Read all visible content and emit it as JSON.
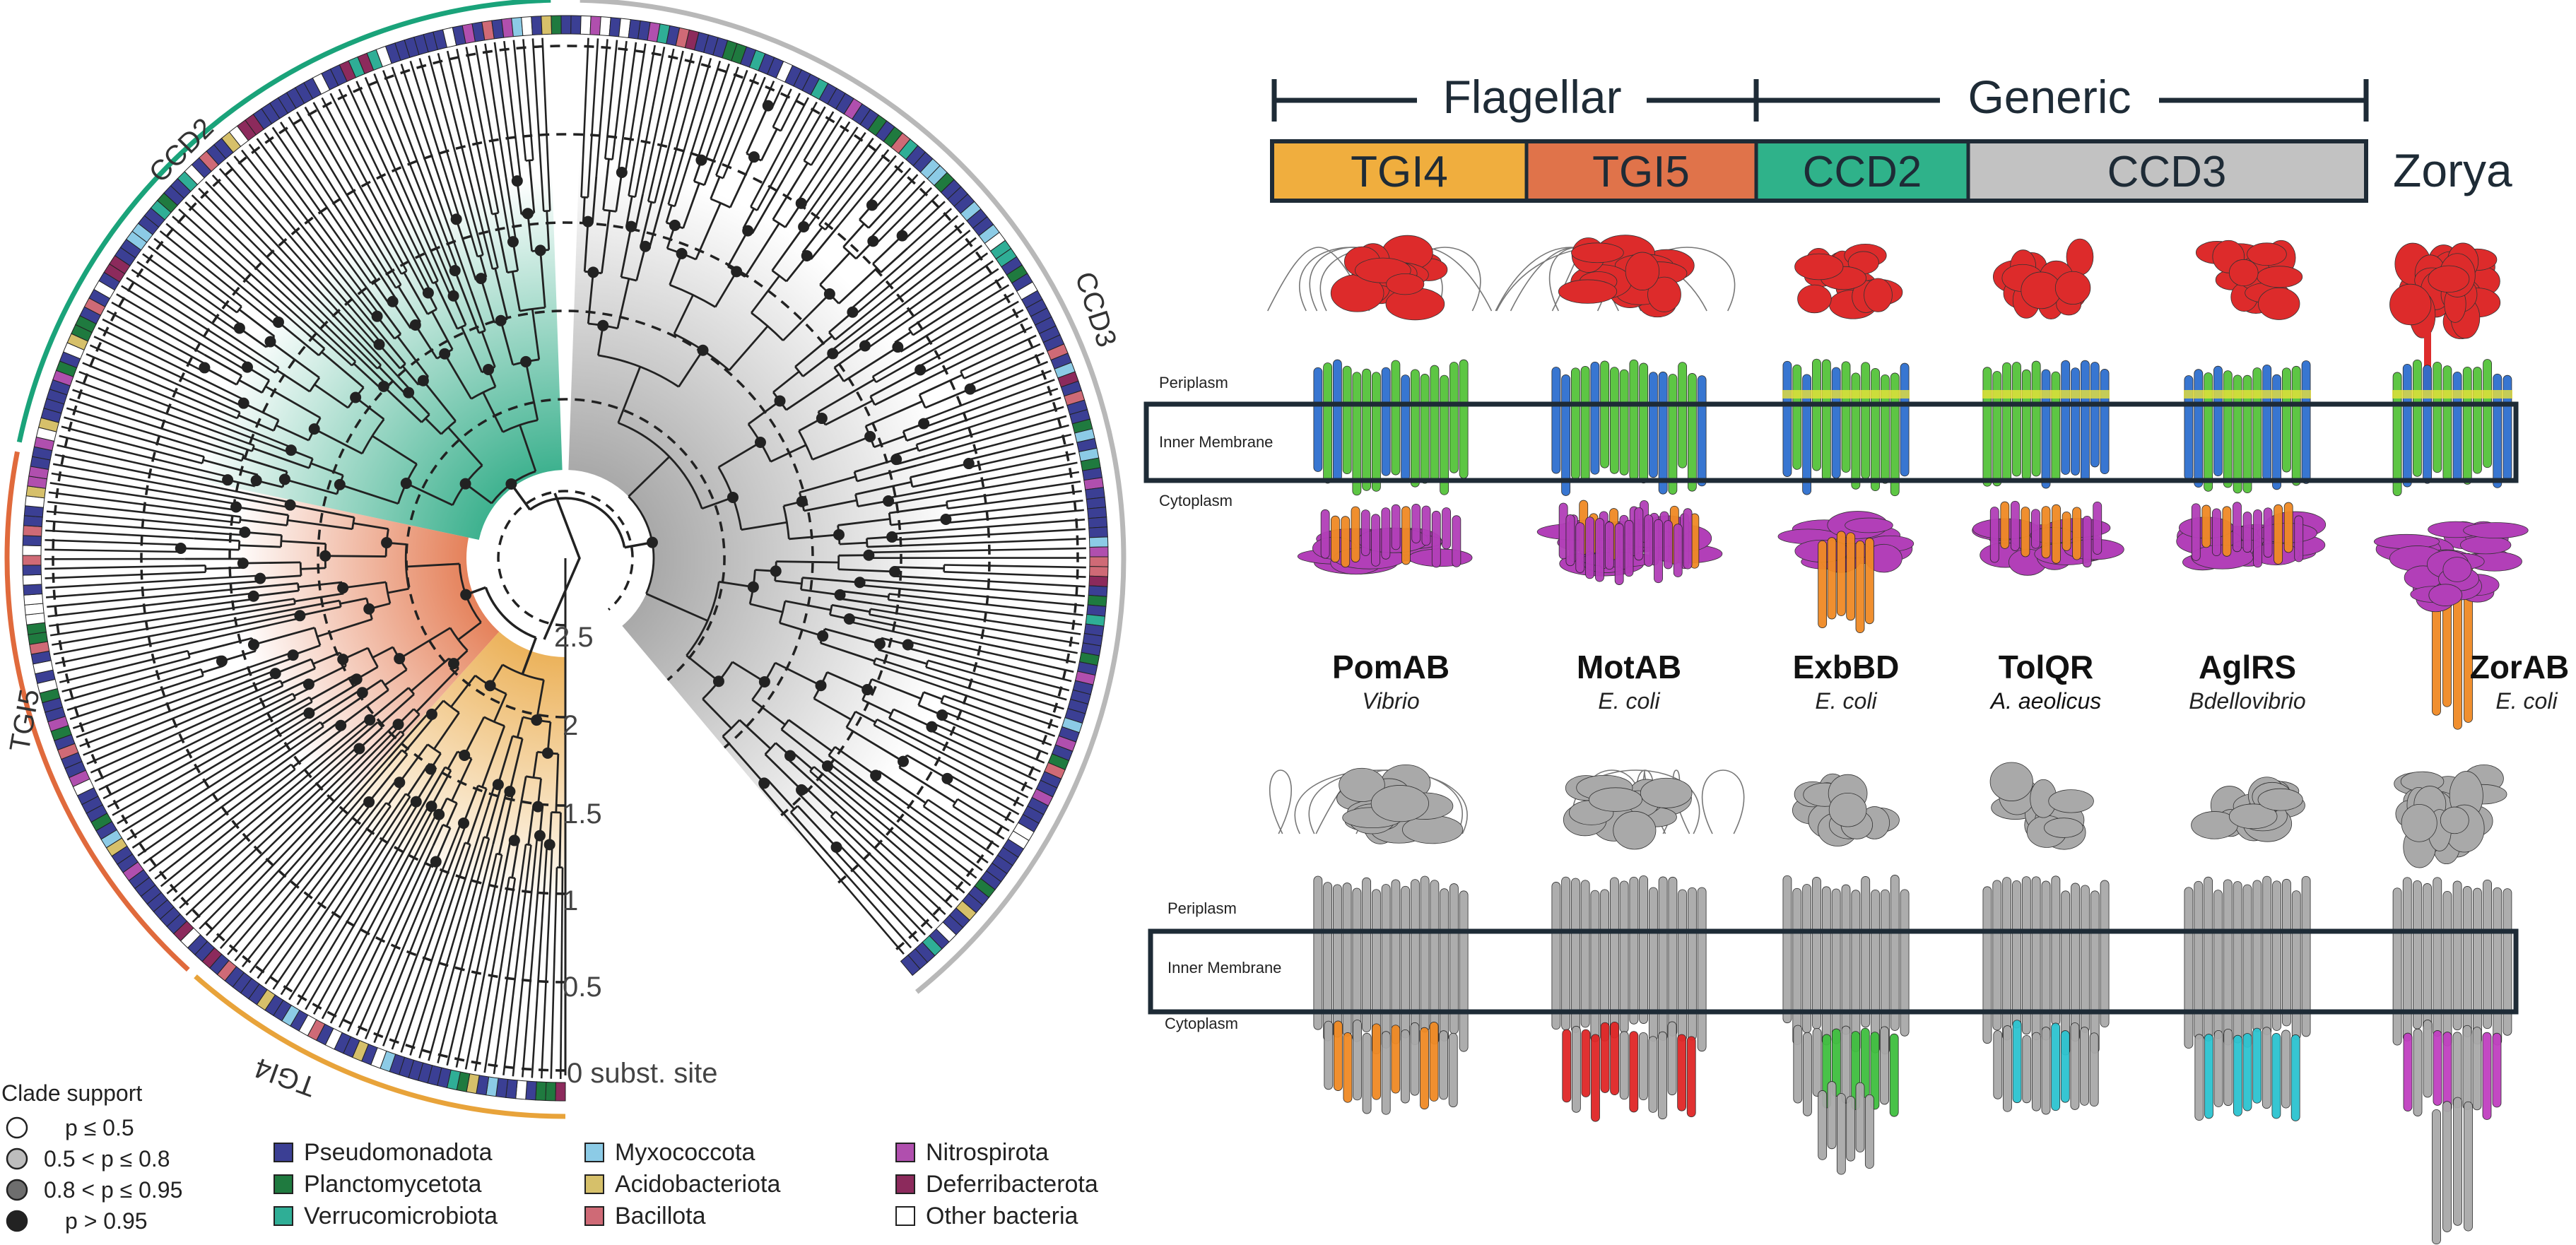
{
  "tree": {
    "clades": [
      {
        "label": "CCD2",
        "color": "#1aa37a"
      },
      {
        "label": "CCD3",
        "color": "#b8b8b8"
      },
      {
        "label": "TGI5",
        "color": "#e06a3c"
      },
      {
        "label": "TGI4",
        "color": "#e8a33a"
      }
    ],
    "scale_labels": [
      "2.5",
      "2",
      "1.5",
      "1",
      "0.5",
      "0 subst. site"
    ]
  },
  "support_legend": {
    "title": "Clade support",
    "items": [
      {
        "label": "p ≤ 0.5",
        "fill": "#ffffff"
      },
      {
        "label": "0.5 < p ≤ 0.8",
        "fill": "#bdbdbd"
      },
      {
        "label": "0.8 < p ≤ 0.95",
        "fill": "#6e6e6e"
      },
      {
        "label": "p > 0.95",
        "fill": "#222222"
      }
    ]
  },
  "taxa_legend": [
    {
      "label": "Pseudomonadota",
      "color": "#3b3f94"
    },
    {
      "label": "Planctomycetota",
      "color": "#1f7a3f"
    },
    {
      "label": "Verrucomicrobiota",
      "color": "#2fae96"
    },
    {
      "label": "Myxococcota",
      "color": "#8ccbe6"
    },
    {
      "label": "Acidobacteriota",
      "color": "#d6c06a"
    },
    {
      "label": "Bacillota",
      "color": "#cf6a76"
    },
    {
      "label": "Nitrospirota",
      "color": "#b04fae"
    },
    {
      "label": "Deferribacterota",
      "color": "#8c2a5c"
    },
    {
      "label": "Other bacteria",
      "color": "#ffffff"
    }
  ],
  "groups": {
    "flagellar": "Flagellar",
    "generic": "Generic"
  },
  "domain_bar": {
    "segments": [
      {
        "label": "TGI4",
        "color": "#f0ae3e"
      },
      {
        "label": "TGI5",
        "color": "#e0734a"
      },
      {
        "label": "CCD2",
        "color": "#2fb28a"
      },
      {
        "label": "CCD3",
        "color": "#c2c2c2"
      }
    ],
    "family": "Zorya"
  },
  "membrane": {
    "periplasm": "Periplasm",
    "inner": "Inner Membrane",
    "cytoplasm": "Cytoplasm"
  },
  "complexes": [
    {
      "name": "PomAB",
      "organism": "Vibrio",
      "bottom_color": "#f08a24"
    },
    {
      "name": "MotAB",
      "organism": "E. coli",
      "bottom_color": "#e02626"
    },
    {
      "name": "ExbBD",
      "organism": "E. coli",
      "bottom_color": "#3fbf3f"
    },
    {
      "name": "TolQR",
      "organism": "A. aeolicus",
      "bottom_color": "#2cc4d0"
    },
    {
      "name": "AglRS",
      "organism": "Bdellovibrio",
      "bottom_color": "#2cc4d0"
    },
    {
      "name": "ZorAB",
      "organism": "E. coli",
      "bottom_color": "#c040c0"
    }
  ],
  "colors": {
    "periplasmic_domain": "#dd2b2b",
    "tm_helix_a": "#2e6fcf",
    "tm_helix_b": "#55c43a",
    "cyto_domain": "#b23fb8",
    "linker": "#f08a24",
    "plug": "#e8e23a",
    "grey_structure": "#a9a9a9",
    "frame": "#1e2b36"
  }
}
